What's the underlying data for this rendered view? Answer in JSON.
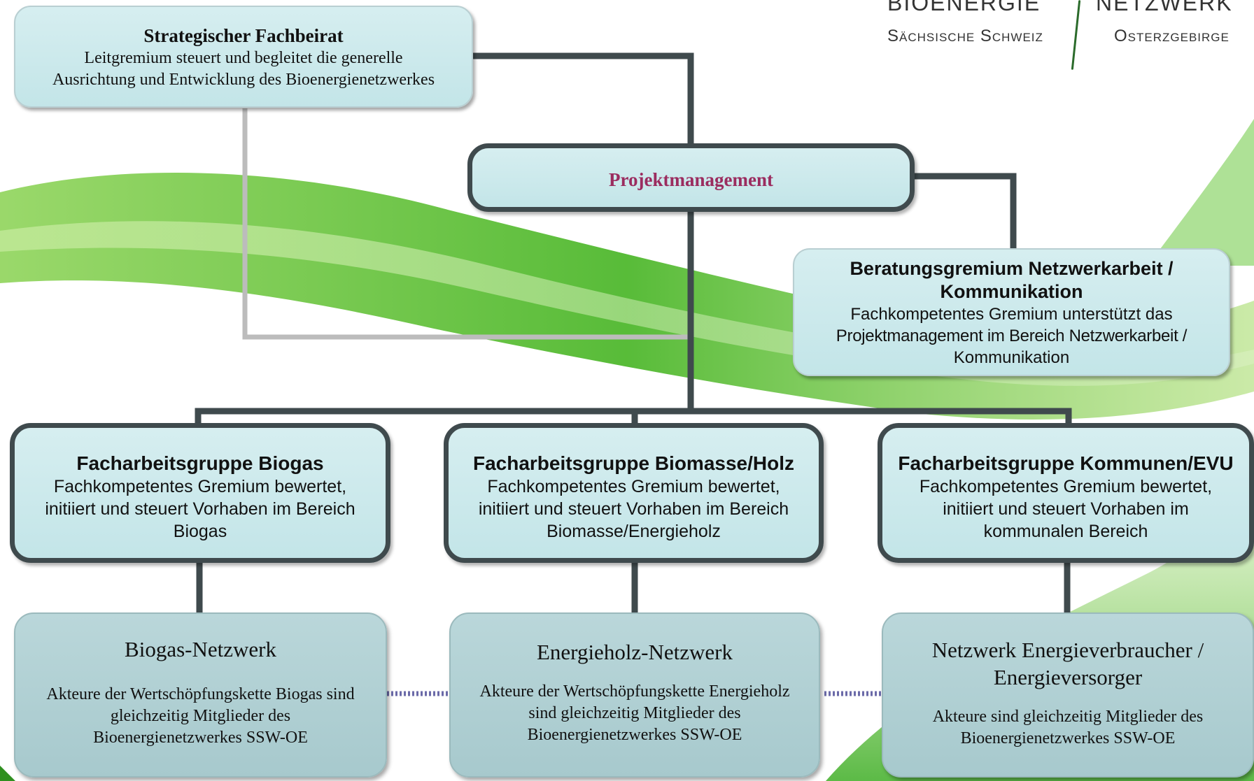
{
  "colors": {
    "connector_dark": "#3f4a4d",
    "connector_light": "#bcbcbc",
    "box_fill": "#c9e8eb",
    "network_fill": "#afcfd2",
    "accent_title": "#9b2c5f",
    "swoosh_green": "#5cc23a"
  },
  "logo": {
    "left_top": "BIOENERGIE",
    "left_bottom": "Sächsische Schweiz",
    "right_top": "NETZWERK",
    "right_bottom": "Osterzgebirge"
  },
  "nodes": {
    "fachbeirat": {
      "title": "Strategischer Fachbeirat",
      "line1": "Leitgremium steuert und begleitet die generelle",
      "line2": "Ausrichtung und Entwicklung des Bioenergienetzwerkes"
    },
    "projektmanagement": {
      "title": "Projektmanagement"
    },
    "beratung": {
      "title1": "Beratungsgremium Netzwerkarbeit /",
      "title2": "Kommunikation",
      "line1": "Fachkompetentes Gremium unterstützt das",
      "line2": "Projektmanagement im Bereich Netzwerkarbeit /",
      "line3": "Kommunikation"
    },
    "fag_biogas": {
      "title": "Facharbeitsgruppe Biogas",
      "line1": "Fachkompetentes Gremium bewertet,",
      "line2": "initiiert und steuert Vorhaben im Bereich",
      "line3": "Biogas"
    },
    "fag_biomasse": {
      "title": "Facharbeitsgruppe Biomasse/Holz",
      "line1": "Fachkompetentes Gremium bewertet,",
      "line2": "initiiert und steuert Vorhaben im Bereich",
      "line3": "Biomasse/Energieholz"
    },
    "fag_kommunen": {
      "title": "Facharbeitsgruppe Kommunen/EVU",
      "line1": "Fachkompetentes Gremium bewertet,",
      "line2": "initiiert und steuert Vorhaben im",
      "line3": "kommunalen Bereich"
    },
    "net_biogas": {
      "title": "Biogas-Netzwerk",
      "line1": "Akteure der Wertschöpfungskette Biogas sind",
      "line2": "gleichzeitig Mitglieder des",
      "line3": "Bioenergienetzwerkes SSW-OE"
    },
    "net_energieholz": {
      "title": "Energieholz-Netzwerk",
      "line1": "Akteure der Wertschöpfungskette Energieholz",
      "line2": "sind gleichzeitig Mitglieder des",
      "line3": "Bioenergienetzwerkes SSW-OE"
    },
    "net_verbraucher": {
      "title1": "Netzwerk Energieverbraucher /",
      "title2": "Energieversorger",
      "line1": "Akteure sind gleichzeitig Mitglieder des",
      "line2": "Bioenergienetzwerkes SSW-OE"
    }
  }
}
